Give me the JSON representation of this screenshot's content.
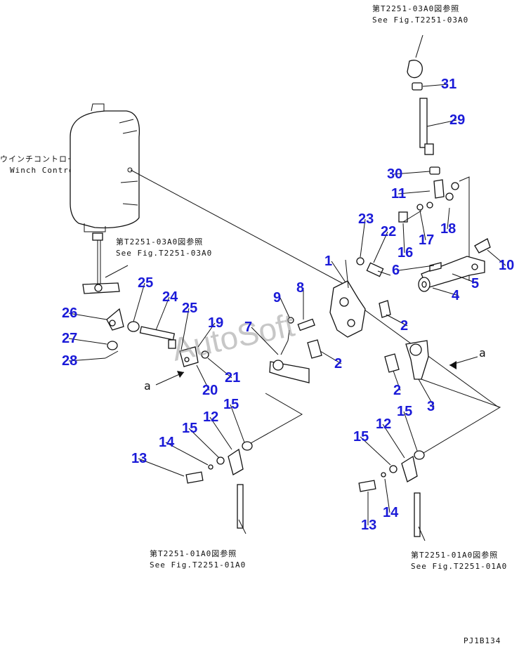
{
  "refs": {
    "top": {
      "jp": "第T2251-03A0図参照",
      "en": "See Fig.T2251-03A0"
    },
    "mid": {
      "jp": "第T2251-03A0図参照",
      "en": "See Fig.T2251-03A0"
    },
    "bottom_left": {
      "jp": "第T2251-01A0図参照",
      "en": "See Fig.T2251-01A0"
    },
    "bottom_right": {
      "jp": "第T2251-01A0図参照",
      "en": "See Fig.T2251-01A0"
    }
  },
  "winch_box": {
    "jp": "ウインチコントロールボックス",
    "en": "Winch Control Box"
  },
  "view_marks": {
    "a_left": "a",
    "a_right": "a"
  },
  "watermark": "AutoSoft",
  "drawing_code": "PJ1B134",
  "callouts": [
    "1",
    "2",
    "2",
    "2",
    "3",
    "4",
    "5",
    "6",
    "7",
    "8",
    "9",
    "10",
    "11",
    "12",
    "12",
    "13",
    "13",
    "14",
    "14",
    "15",
    "15",
    "15",
    "15",
    "16",
    "17",
    "18",
    "19",
    "20",
    "21",
    "22",
    "23",
    "24",
    "25",
    "25",
    "26",
    "27",
    "28",
    "29",
    "30",
    "31"
  ]
}
